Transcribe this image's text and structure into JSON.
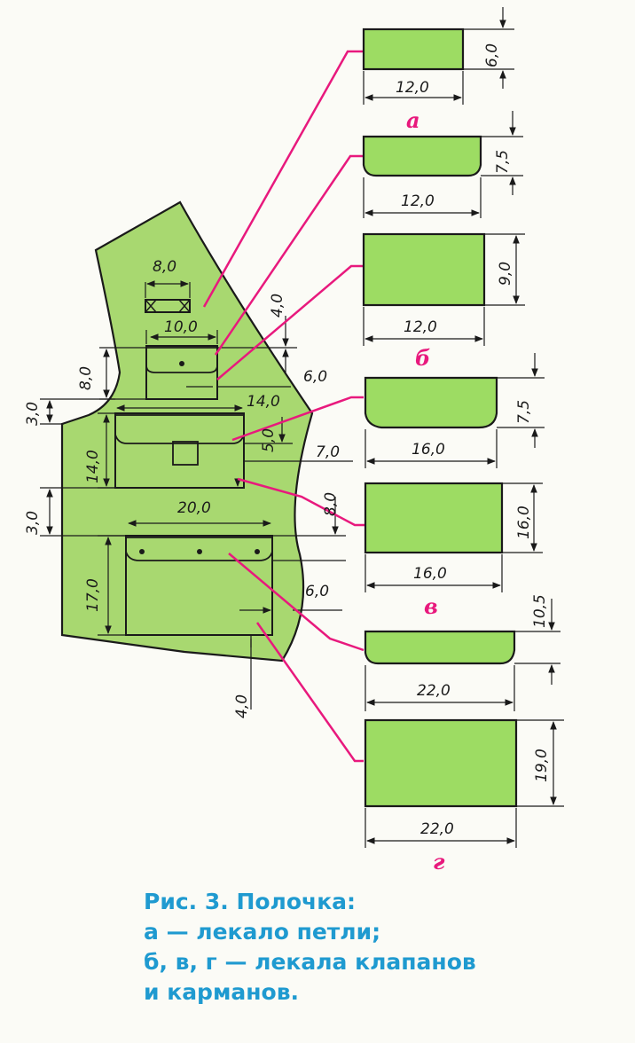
{
  "colors": {
    "fabric": "#a8d870",
    "pattern": "#9ddc63",
    "leader": "#e8197d",
    "caption": "#1f9ad0",
    "outline": "#1a1a1a"
  },
  "main": {
    "dims": {
      "loop_width": "8,0",
      "flap_top_width": "10,0",
      "flap_top_offset": "4,0",
      "flap_top_height": "8,0",
      "flap_top_gap": "6,0",
      "chest_width": "14,0",
      "chest_height": "14,0",
      "chest_flap_height": "5,0",
      "chest_gap": "7,0",
      "side_offset_upper": "3,0",
      "side_offset_lower": "3,0",
      "lower_width": "20,0",
      "lower_height": "17,0",
      "lower_offset_top": "8,0",
      "lower_gap": "6,0",
      "bottom_offset": "4,0"
    }
  },
  "templates": {
    "a": {
      "width": "12,0",
      "height": "6,0",
      "letter": "а"
    },
    "b1": {
      "width": "12,0",
      "height": "7,5"
    },
    "b2": {
      "width": "12,0",
      "height": "9,0",
      "letter": "б"
    },
    "v1": {
      "width": "16,0",
      "height": "7,5"
    },
    "v2": {
      "width": "16,0",
      "height": "16,0",
      "letter": "в"
    },
    "g1": {
      "width": "22,0",
      "height": "10,5"
    },
    "g2": {
      "width": "22,0",
      "height": "19,0",
      "letter": "г"
    }
  },
  "caption": {
    "line1": "Рис. 3. Полочка:",
    "line2": "а — лекало петли;",
    "line3": "б, в, г — лекала клапанов",
    "line4": "и карманов."
  }
}
